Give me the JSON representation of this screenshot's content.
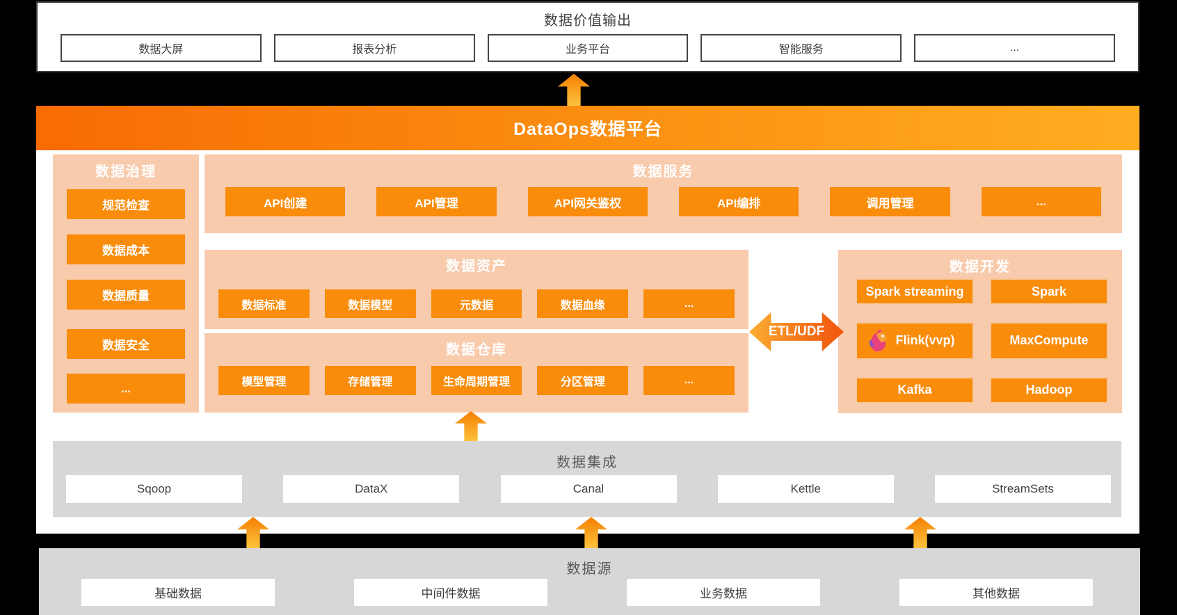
{
  "top_output": {
    "title": "数据价值输出",
    "items": [
      "数据大屏",
      "报表分析",
      "业务平台",
      "智能服务",
      "..."
    ]
  },
  "banner": {
    "title": "DataOps数据平台"
  },
  "governance": {
    "title": "数据治理",
    "items": [
      "规范检查",
      "数据成本",
      "数据质量",
      "数据安全",
      "..."
    ]
  },
  "services": {
    "title": "数据服务",
    "items": [
      "API创建",
      "API管理",
      "API网关鉴权",
      "API编排",
      "调用管理",
      "..."
    ]
  },
  "assets": {
    "title": "数据资产",
    "items": [
      "数据标准",
      "数据模型",
      "元数据",
      "数据血缘",
      "..."
    ]
  },
  "warehouse": {
    "title": "数据仓库",
    "items": [
      "模型管理",
      "存储管理",
      "生命周期管理",
      "分区管理",
      "..."
    ]
  },
  "development": {
    "title": "数据开发",
    "items": [
      "Spark streaming",
      "Spark",
      "Flink(vvp)",
      "MaxCompute",
      "Kafka",
      "Hadoop"
    ]
  },
  "etl": {
    "label": "ETL/UDF"
  },
  "integration": {
    "title": "数据集成",
    "items": [
      "Sqoop",
      "DataX",
      "Canal",
      "Kettle",
      "StreamSets"
    ]
  },
  "sources": {
    "title": "数据源",
    "items": [
      "基础数据",
      "中间件数据",
      "业务数据",
      "其他数据"
    ]
  },
  "colors": {
    "background": "#000000",
    "panel_peach": "#F8CBAD",
    "box_orange": "#F98C0B",
    "banner_gradient_left": "#F76B03",
    "banner_gradient_right": "#FFAD21",
    "arrow_gradient_bottom": "#FDC33E",
    "arrow_gradient_top": "#F57F02",
    "etl_gradient_left": "#FBB034",
    "etl_gradient_right": "#F0540E",
    "panel_gray": "#D7D7D7",
    "text_dark": "#404040",
    "text_gray_header": "#595959"
  }
}
